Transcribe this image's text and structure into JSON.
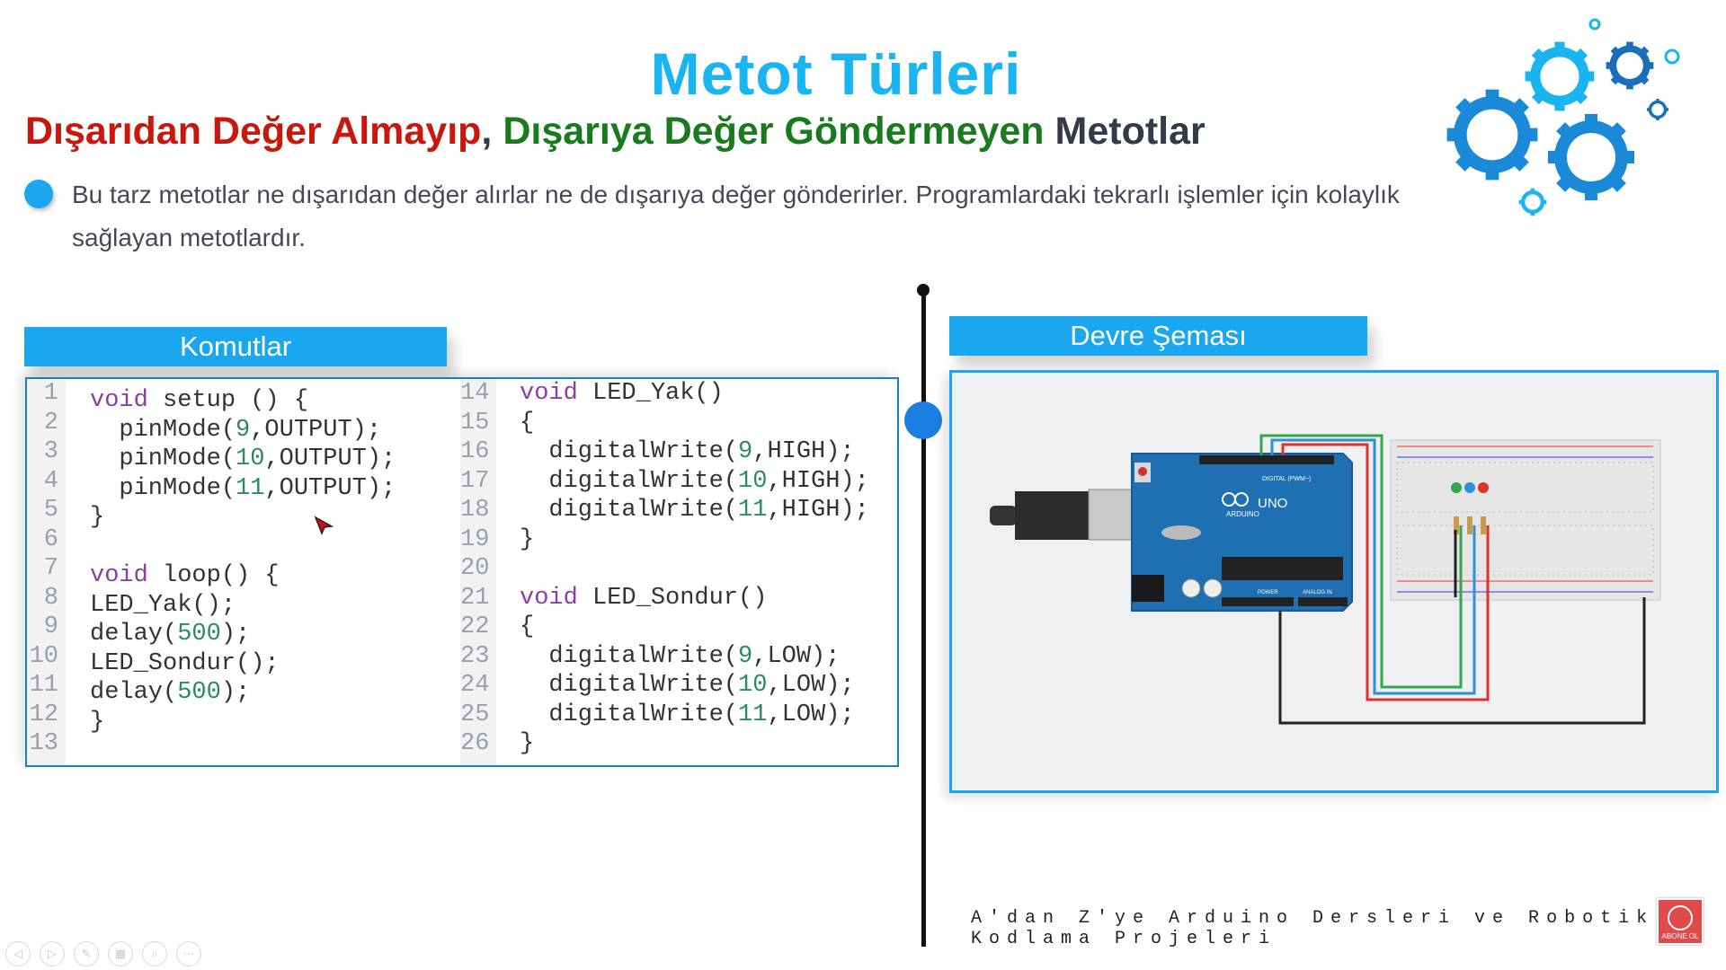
{
  "slide": {
    "title": "Metot Türleri",
    "subtitle": {
      "part1": "Dışarıdan Değer Almayıp",
      "sep": ",",
      "part2": " Dışarıya  Değer Göndermeyen",
      "part3": " Metotlar"
    },
    "bullet": "Bu tarz metotlar ne dışarıdan değer alırlar ne de dışarıya değer gönderirler. Programlardaki tekrarlı işlemler için kolaylık sağlayan metotlardır."
  },
  "sections": {
    "commands_label": "Komutlar",
    "circuit_label": "Devre Şeması"
  },
  "code": {
    "left_lines": [
      "1",
      "2",
      "3",
      "4",
      "5",
      "6",
      "7",
      "8",
      "9",
      "10",
      "11",
      "12",
      "13"
    ],
    "right_lines": [
      "14",
      "15",
      "16",
      "17",
      "18",
      "19",
      "20",
      "21",
      "22",
      "23",
      "24",
      "25",
      "26"
    ],
    "left": [
      {
        "kw": "void",
        "text": " setup () {"
      },
      {
        "text": "  pinMode(",
        "num": "9",
        "rest": ",OUTPUT);"
      },
      {
        "text": "  pinMode(",
        "num": "10",
        "rest": ",OUTPUT);"
      },
      {
        "text": "  pinMode(",
        "num": "11",
        "rest": ",OUTPUT);"
      },
      {
        "text": "}"
      },
      {
        "text": ""
      },
      {
        "kw": "void",
        "text": " loop() {"
      },
      {
        "text": "LED_Yak();"
      },
      {
        "text": "delay(",
        "num": "500",
        "rest": ");"
      },
      {
        "text": "LED_Sondur();"
      },
      {
        "text": "delay(",
        "num": "500",
        "rest": ");"
      },
      {
        "text": "}"
      },
      {
        "text": ""
      }
    ],
    "right": [
      {
        "kw": "void",
        "text": " LED_Yak()"
      },
      {
        "text": "{"
      },
      {
        "text": "  digitalWrite(",
        "num": "9",
        "rest": ",HIGH);"
      },
      {
        "text": "  digitalWrite(",
        "num": "10",
        "rest": ",HIGH);"
      },
      {
        "text": "  digitalWrite(",
        "num": "11",
        "rest": ",HIGH);"
      },
      {
        "text": "}"
      },
      {
        "text": ""
      },
      {
        "kw": "void",
        "text": " LED_Sondur()"
      },
      {
        "text": "{"
      },
      {
        "text": "  digitalWrite(",
        "num": "9",
        "rest": ",LOW);"
      },
      {
        "text": "  digitalWrite(",
        "num": "10",
        "rest": ",LOW);"
      },
      {
        "text": "  digitalWrite(",
        "num": "11",
        "rest": ",LOW);"
      },
      {
        "text": "}"
      }
    ]
  },
  "circuit": {
    "board_logo": "UNO",
    "board_brand": "ARDUINO",
    "digital_label": "DIGITAL (PWM~)",
    "power_label": "POWER",
    "analog_label": "ANALOG IN",
    "wire_colors": {
      "green": "#2fa84f",
      "blue": "#2f8fd8",
      "red": "#e0302a",
      "black": "#222222"
    }
  },
  "footer": {
    "text": "A'dan Z'ye Arduino Dersleri ve Robotik Kodlama Projeleri",
    "subscribe": "ABONE OL"
  },
  "colors": {
    "accent": "#1aa7ef",
    "title": "#1ab5f0",
    "red": "#c8170d",
    "green": "#1a7a1e"
  }
}
